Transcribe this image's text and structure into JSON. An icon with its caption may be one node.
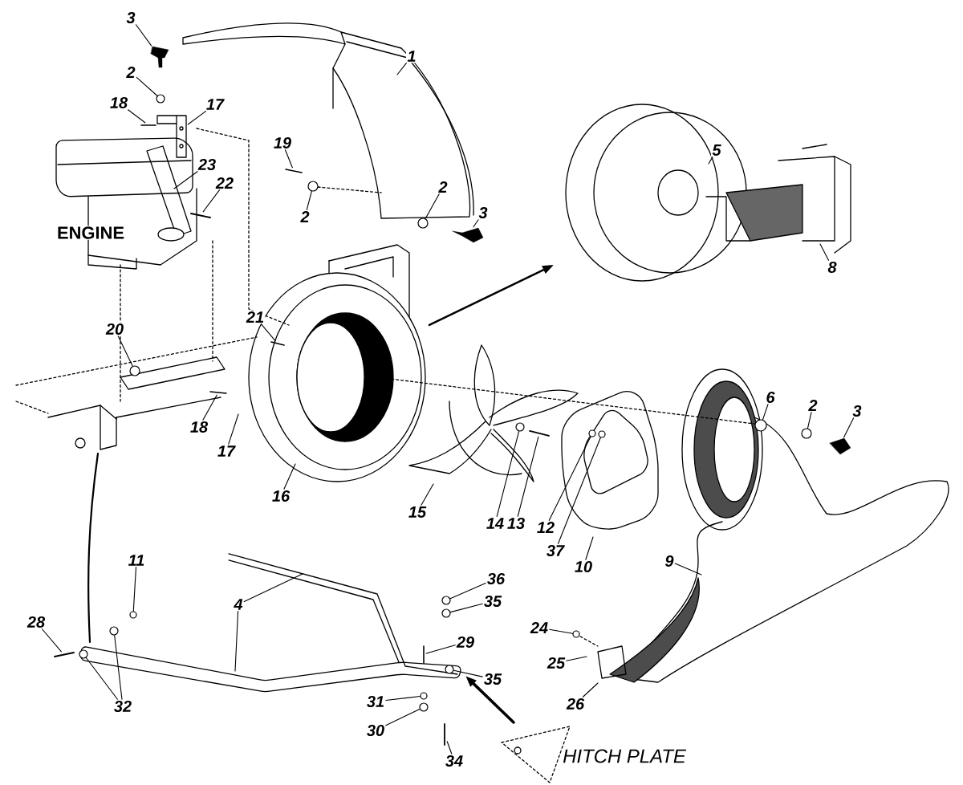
{
  "diagram": {
    "nodes": [
      {
        "text": [
          "1"
        ]
      },
      {
        "text": [
          "3"
        ]
      },
      {
        "text": [
          "2"
        ]
      },
      {
        "text": [
          "18"
        ]
      },
      {
        "text": [
          "17"
        ]
      },
      {
        "text": [
          "19"
        ]
      },
      {
        "text": [
          "23"
        ]
      },
      {
        "text": [
          "22"
        ]
      },
      {
        "text": [
          "2"
        ]
      },
      {
        "text": [
          "2"
        ]
      },
      {
        "text": [
          "3"
        ]
      },
      {
        "text": [
          "5"
        ]
      },
      {
        "text": [
          "8"
        ]
      },
      {
        "text": [
          "21"
        ]
      },
      {
        "text": [
          "20"
        ]
      },
      {
        "text": [
          "18"
        ]
      },
      {
        "text": [
          "17"
        ]
      },
      {
        "text": [
          "16"
        ]
      },
      {
        "text": [
          "15"
        ]
      },
      {
        "text": [
          "14"
        ]
      },
      {
        "text": [
          "13"
        ]
      },
      {
        "text": [
          "12"
        ]
      },
      {
        "text": [
          "37"
        ]
      },
      {
        "text": [
          "10"
        ]
      },
      {
        "text": [
          "6"
        ]
      },
      {
        "text": [
          "2"
        ]
      },
      {
        "text": [
          "3"
        ]
      },
      {
        "text": [
          "9"
        ]
      },
      {
        "text": [
          "11"
        ]
      },
      {
        "text": [
          "4"
        ]
      },
      {
        "text": [
          "28"
        ]
      },
      {
        "text": [
          "32"
        ]
      },
      {
        "text": [
          "36"
        ]
      },
      {
        "text": [
          "35"
        ]
      },
      {
        "text": [
          "29"
        ]
      },
      {
        "text": [
          "35"
        ]
      },
      {
        "text": [
          "31"
        ]
      },
      {
        "text": [
          "30"
        ]
      },
      {
        "text": [
          "34"
        ]
      },
      {
        "text": [
          "24"
        ]
      },
      {
        "text": [
          "25"
        ]
      },
      {
        "text": [
          "26"
        ]
      },
      {
        "text": [],
        "shape": "picture"
      },
      {
        "text": [],
        "shape": "circle"
      },
      {
        "text": [],
        "shape": "picture"
      },
      {
        "text": [],
        "shape": "picture"
      },
      {
        "text": [],
        "shape": "picture"
      },
      {
        "text": [],
        "shape": "circle"
      },
      {
        "text": [],
        "shape": "circle"
      },
      {
        "text": [],
        "shape": "picture"
      },
      {
        "text": [],
        "shape": "picture"
      },
      {
        "text": [],
        "shape": "circle"
      },
      {
        "text": [],
        "shape": "picture"
      },
      {
        "text": [],
        "shape": "circle"
      },
      {
        "text": [],
        "shape": "picture"
      },
      {
        "text": [],
        "shape": "circle"
      },
      {
        "text": [],
        "shape": "circle"
      },
      {
        "text": [],
        "shape": "circle"
      },
      {
        "text": [],
        "shape": "circle"
      },
      {
        "text": [],
        "shape": "picture"
      },
      {
        "text": [],
        "shape": "circle"
      },
      {
        "text": [],
        "shape": "circle"
      },
      {
        "text": [],
        "shape": "circle"
      },
      {
        "text": [],
        "shape": "circle"
      },
      {
        "text": [],
        "shape": "picture"
      },
      {
        "text": [],
        "shape": "circle"
      },
      {
        "text": [],
        "shape": "circle"
      },
      {
        "text": [],
        "shape": "picture"
      },
      {
        "text": [],
        "shape": "circle"
      },
      {
        "text": [],
        "shape": "circle"
      },
      {
        "text": [],
        "shape": "picture"
      },
      {
        "text": [],
        "shape": "circle"
      },
      {
        "text": [],
        "shape": "picture"
      }
    ],
    "edges": [
      {
        "from": 0,
        "to": null,
        "arrow": "none"
      },
      {
        "from": 1,
        "to": 42,
        "arrow": "none"
      },
      {
        "from": 2,
        "to": 43,
        "arrow": "none"
      },
      {
        "from": 3,
        "to": 44,
        "arrow": "none"
      },
      {
        "from": 4,
        "to": 72,
        "arrow": "none"
      },
      {
        "from": 5,
        "to": 45,
        "arrow": "none"
      },
      {
        "from": 6,
        "to": null,
        "arrow": "none"
      },
      {
        "from": 7,
        "to": 46,
        "arrow": "none"
      },
      {
        "from": 8,
        "to": 47,
        "arrow": "none"
      },
      {
        "from": 9,
        "to": 48,
        "arrow": "none"
      },
      {
        "from": 10,
        "to": 49,
        "arrow": "none"
      },
      {
        "from": 11,
        "to": null,
        "arrow": "none"
      },
      {
        "from": 12,
        "to": null,
        "arrow": "none"
      },
      {
        "from": 13,
        "to": 50,
        "arrow": "none"
      },
      {
        "from": 14,
        "to": 51,
        "arrow": "none"
      },
      {
        "from": 15,
        "to": 52,
        "arrow": "none"
      },
      {
        "from": 16,
        "to": null,
        "arrow": "none"
      },
      {
        "from": 17,
        "to": null,
        "arrow": "none"
      },
      {
        "from": 18,
        "to": null,
        "arrow": "none"
      },
      {
        "from": 19,
        "to": 53,
        "arrow": "none"
      },
      {
        "from": 20,
        "to": 54,
        "arrow": "none"
      },
      {
        "from": 21,
        "to": 55,
        "arrow": "none"
      },
      {
        "from": 22,
        "to": 56,
        "arrow": "none"
      },
      {
        "from": 23,
        "to": null,
        "arrow": "none"
      },
      {
        "from": 24,
        "to": 57,
        "arrow": "none"
      },
      {
        "from": 25,
        "to": 58,
        "arrow": "none"
      },
      {
        "from": 26,
        "to": 59,
        "arrow": "none"
      },
      {
        "from": 27,
        "to": null,
        "arrow": "none"
      },
      {
        "from": 28,
        "to": 61,
        "arrow": "none"
      },
      {
        "from": 29,
        "to": null,
        "arrow": "none"
      },
      {
        "from": 29,
        "to": null,
        "arrow": "none"
      },
      {
        "from": 30,
        "to": 64,
        "arrow": "none"
      },
      {
        "from": 31,
        "to": 63,
        "arrow": "none"
      },
      {
        "from": 31,
        "to": 62,
        "arrow": "none"
      },
      {
        "from": 32,
        "to": 65,
        "arrow": "none"
      },
      {
        "from": 33,
        "to": 66,
        "arrow": "none"
      },
      {
        "from": 34,
        "to": 67,
        "arrow": "none"
      },
      {
        "from": 35,
        "to": 71,
        "arrow": "none"
      },
      {
        "from": 36,
        "to": 68,
        "arrow": "none"
      },
      {
        "from": 37,
        "to": 69,
        "arrow": "none"
      },
      {
        "from": 38,
        "to": 70,
        "arrow": "none"
      },
      {
        "from": 39,
        "to": 60,
        "arrow": "none"
      },
      {
        "from": 40,
        "to": null,
        "arrow": "none"
      },
      {
        "from": 41,
        "to": null,
        "arrow": "none"
      }
    ],
    "labels": [
      "ENGINE",
      "HITCH PLATE"
    ]
  }
}
